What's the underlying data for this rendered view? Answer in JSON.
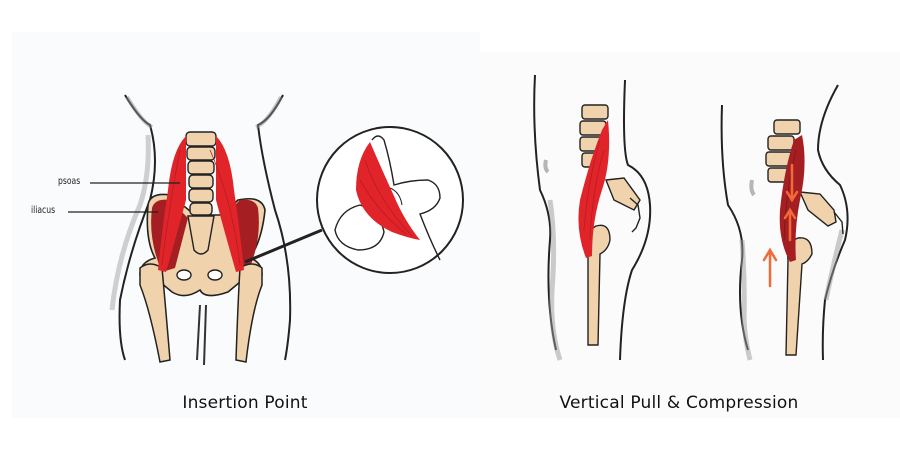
{
  "figures": [
    {
      "caption": "Insertion Point",
      "labels": [
        {
          "text": "psoas",
          "target": "psoas-muscle"
        },
        {
          "text": "iliacus",
          "target": "iliacus-muscle"
        }
      ],
      "view": "front",
      "inset": "hip-joint-zoom"
    },
    {
      "caption": "Vertical Pull & Compression",
      "view": "side",
      "subfigures": [
        "relaxed",
        "contracted"
      ]
    }
  ],
  "colors": {
    "muscle_red": "#e0242a",
    "muscle_dark": "#a51f22",
    "bone": "#f0d3ac",
    "outline": "#1a1a1a",
    "arrow": "#f06a3a"
  }
}
